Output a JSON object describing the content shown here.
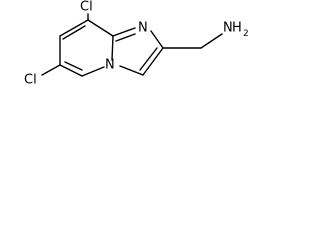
{
  "molecule": {
    "labels": {
      "cl_top": "Cl",
      "cl_left": "Cl",
      "n_ring": "N",
      "n_bridge": "N",
      "nh2_n": "N",
      "nh2_h": "H"
    }
  }
}
